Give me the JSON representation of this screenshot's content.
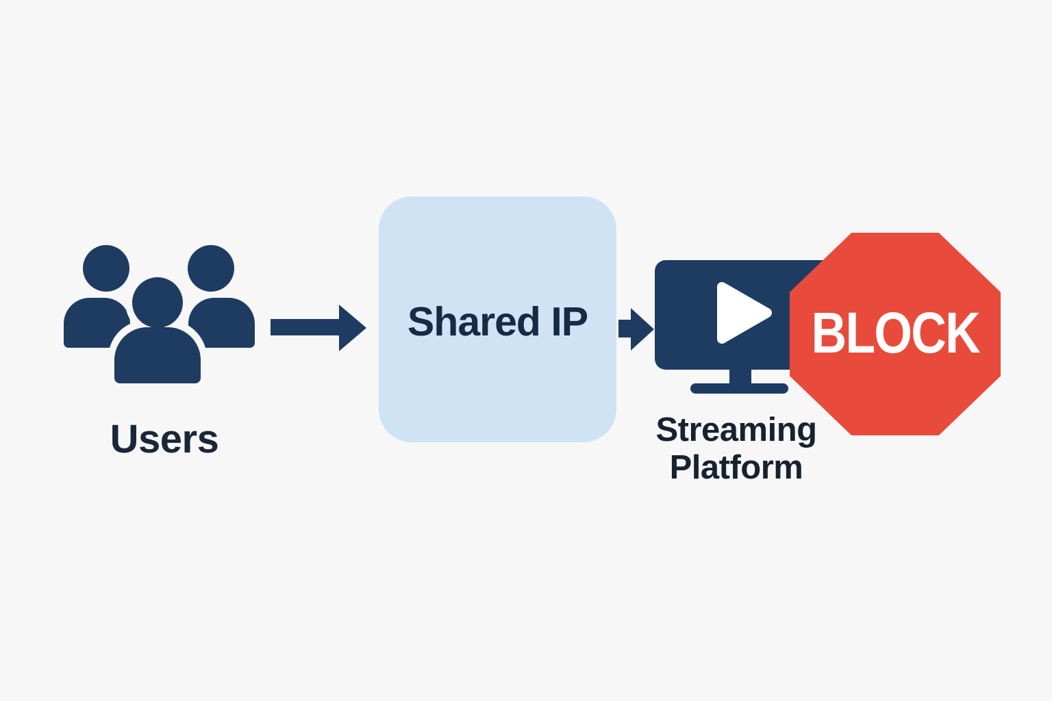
{
  "diagram": {
    "description": "Flow diagram showing multiple users sharing one IP address getting blocked by a streaming platform",
    "nodes": {
      "users": {
        "label": "Users",
        "icon": "users-group-icon"
      },
      "shared_ip": {
        "label": "Shared IP"
      },
      "streaming_platform": {
        "label_line1": "Streaming",
        "label_line2": "Platform",
        "icon": "monitor-play-icon"
      },
      "block": {
        "label": "BLOCK",
        "icon": "stop-octagon-icon"
      }
    },
    "connectors": [
      {
        "from": "users",
        "to": "shared_ip",
        "type": "arrow-right"
      },
      {
        "from": "shared_ip",
        "to": "streaming_platform",
        "type": "arrow-right"
      }
    ],
    "colors": {
      "background": "#f7f7f8",
      "navy": "#1e3c62",
      "light_blue_box": "#cfe3f5",
      "red_octagon": "#e84b3b",
      "label_text": "#1a2739",
      "block_text": "#ffffff"
    }
  }
}
